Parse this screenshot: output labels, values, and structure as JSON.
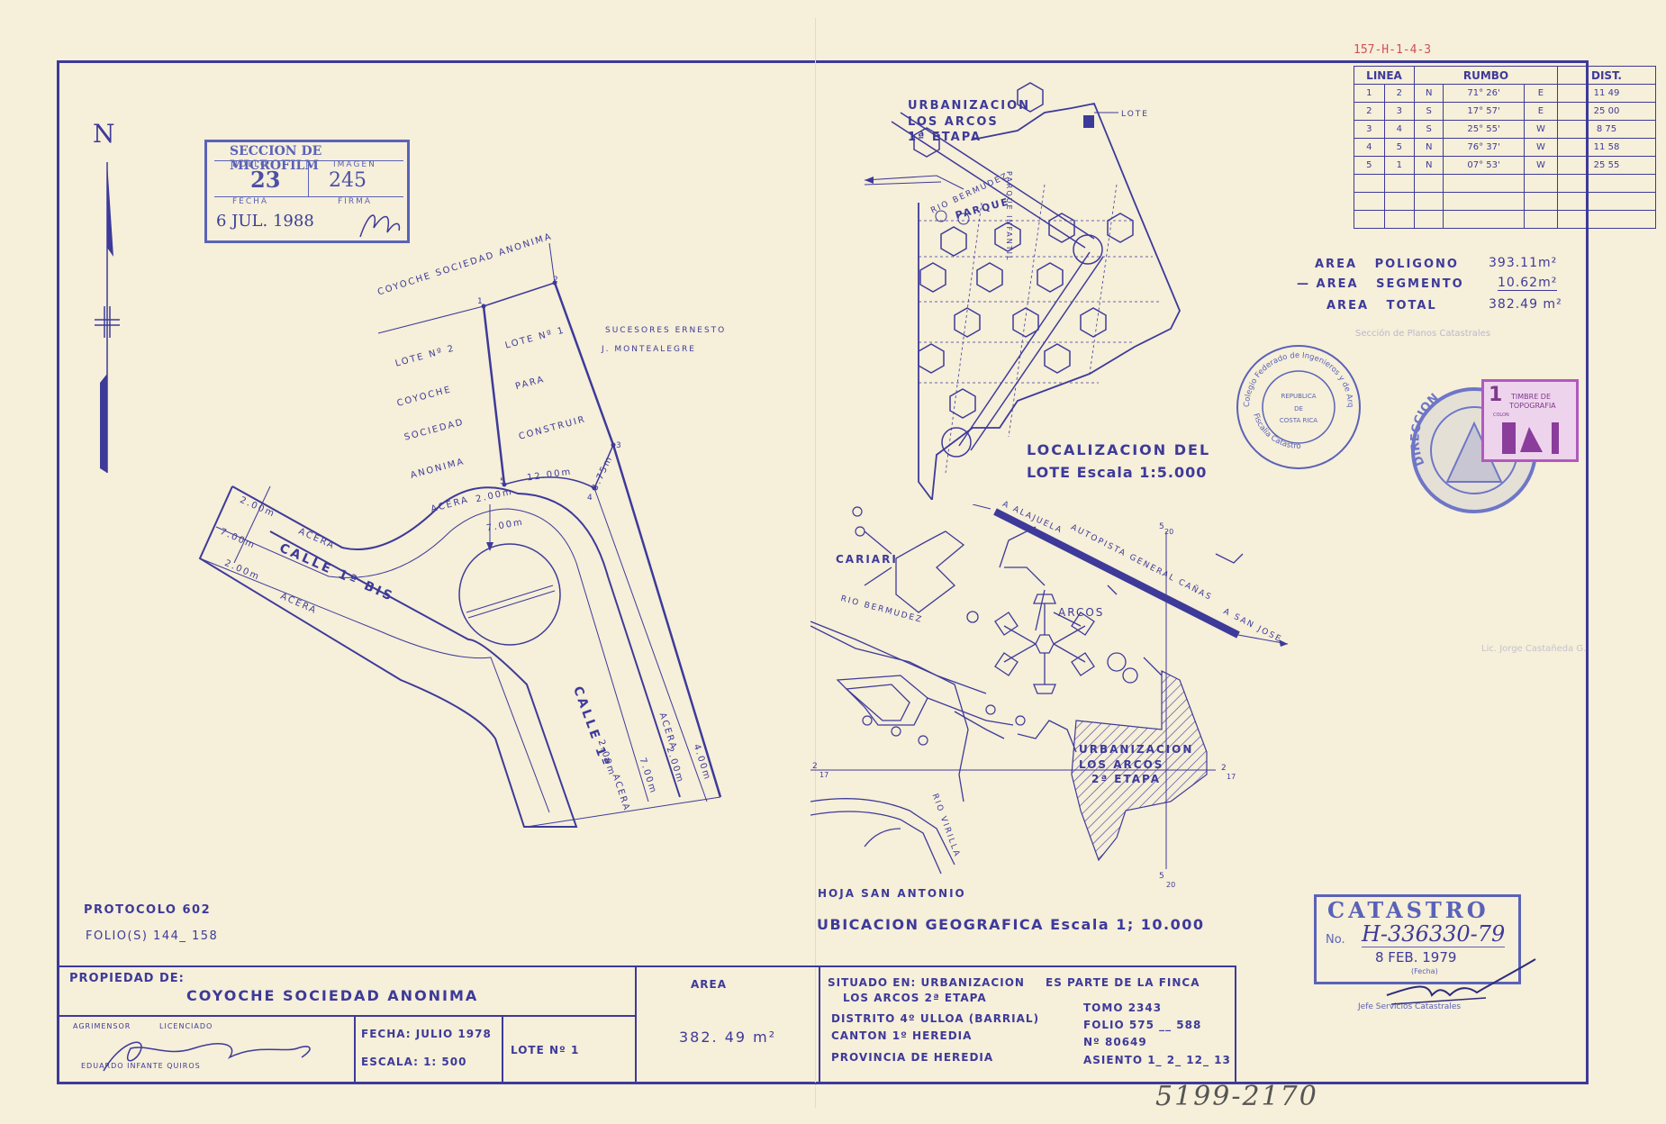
{
  "reference_code": "157-H-1-4-3",
  "north_label": "N",
  "microfilm_stamp": {
    "title": "SECCION DE MICROFILM",
    "rollo_label": "ROLLO",
    "rollo": "23",
    "imagen_label": "IMAGEN",
    "imagen": "245",
    "fecha_label": "FECHA",
    "firma_label": "FIRMA",
    "fecha": "6 JUL. 1988"
  },
  "rumbo_table": {
    "headers": [
      "LINEA",
      "RUMBO",
      "DIST."
    ],
    "rows": [
      [
        "1",
        "2",
        "N",
        "71° 26'",
        "E",
        "11 49"
      ],
      [
        "2",
        "3",
        "S",
        "17° 57'",
        "E",
        "25 00"
      ],
      [
        "3",
        "4",
        "S",
        "25° 55'",
        "W",
        "8 75"
      ],
      [
        "4",
        "5",
        "N",
        "76° 37'",
        "W",
        "11 58"
      ],
      [
        "5",
        "1",
        "N",
        "07° 53'",
        "W",
        "25 55"
      ],
      [
        "",
        "",
        "",
        "",
        "",
        ""
      ],
      [
        "",
        "",
        "",
        "",
        "",
        ""
      ],
      [
        "",
        "",
        "",
        "",
        "",
        ""
      ]
    ]
  },
  "areas": {
    "poligono_label": "AREA   POLIGONO",
    "poligono_value": "393.11m²",
    "segmento_label": "— AREA   SEGMENTO",
    "segmento_value": "10.62m²",
    "total_label": "AREA   TOTAL",
    "total_value": "382.49 m²"
  },
  "lot_plan": {
    "coyoche_top": "COYOCHE SOCIEDAD ANONIMA",
    "lote2": [
      "LOTE Nº 2",
      "COYOCHE",
      "SOCIEDAD",
      "ANONIMA"
    ],
    "lote1": [
      "LOTE Nº 1",
      "PARA",
      "CONSTRUIR"
    ],
    "sucesores": [
      "SUCESORES ERNESTO",
      "J. MONTEALEGRE"
    ],
    "calle_bis": "CALLE 1ª BIS",
    "calle": "CALLE 1ª",
    "acera": "ACERA",
    "dim_200": "2.00m",
    "dim_700": "7.00m",
    "dim_400": "4.00m",
    "dim_1200": "12.00m",
    "dim_875": "8.75m",
    "p1": "1",
    "p2": "2",
    "p3": "3",
    "p4": "4",
    "p5": "5"
  },
  "localizacion": {
    "urbanizacion_1": [
      "URBANIZACION",
      "LOS ARCOS",
      "1ª ETAPA"
    ],
    "lote": "LOTE",
    "rio_bermudez": "RIO BERMUDEZ",
    "parque": "PARQUE",
    "parque_infantil": "PARQUE INFANTIL",
    "title": [
      "LOCALIZACION DEL",
      "LOTE Escala 1:5.000"
    ]
  },
  "ubicacion": {
    "cariari": "CARIARI",
    "alajuela": "A ALAJUELA",
    "autopista": "AUTOPISTA  GENERAL CAÑAS",
    "san_jose": "A SAN JOSE",
    "rio_bermudez": "RIO BERMUDEZ",
    "arcos": "ARCOS",
    "urbanizacion_2": [
      "URBANIZACION",
      "LOS ARCOS",
      "2ª ETAPA"
    ],
    "rio_virilla": "RIO VIRILLA",
    "hoja": "HOJA SAN ANTONIO",
    "title": "UBICACION GEOGRAFICA Escala 1; 10.000",
    "grid_5_20": "5",
    "grid_20": "20",
    "grid_2": "2",
    "grid_17": "17"
  },
  "colegio_stamp": {
    "outer": "Colegio Federado de Ingenieros y de Arquitectos",
    "inner": [
      "REPUBLICA",
      "DE",
      "COSTA RICA"
    ],
    "bottom": "Fiscalia Catastro"
  },
  "timbre": {
    "number": "1",
    "text": [
      "TIMBRE DE",
      "TOPOGRAFIA"
    ],
    "colon": "COLON"
  },
  "direccion_stamp": "DIRECCION",
  "faint_text": [
    "Sección de Planos Catastrales",
    "Lic. Jorge Castañeda G."
  ],
  "protocolo": {
    "protocolo": "PROTOCOLO  602",
    "folio": "FOLIO(S)  144_ 158"
  },
  "catastro_stamp": {
    "title": "CATASTRO",
    "no_label": "No.",
    "no_value": "H-336330-79",
    "date": "8 FEB. 1979",
    "fecha_label": "(Fecha)",
    "jefe": "Jefe Servicios Catastrales"
  },
  "title_block": {
    "propiedad_label": "PROPIEDAD DE:",
    "propiedad_value": "COYOCHE  SOCIEDAD  ANONIMA",
    "agrimensor_label": "AGRIMENSOR",
    "licenciado_label": "LICENCIADO",
    "agrimensor_name": "EDUARDO   INFANTE   QUIROS",
    "fecha": "FECHA: JULIO 1978",
    "escala": "ESCALA: 1: 500",
    "lote": "LOTE Nº  1",
    "area_label": "AREA",
    "area_value": "382. 49  m²",
    "situado": [
      "SITUADO EN: URBANIZACION",
      "LOS ARCOS 2ª ETAPA"
    ],
    "distrito": "DISTRITO 4º ULLOA (BARRIAL)",
    "canton": "CANTON   1º HEREDIA",
    "provincia": "PROVINCIA DE HEREDIA",
    "finca_label": "ES PARTE DE LA FINCA",
    "tomo": "TOMO  2343",
    "folio": "FOLIO  575 __ 588",
    "numero": "Nº     80649",
    "asiento": "ASIENTO  1_ 2_ 12_ 13"
  },
  "bottom_handwriting": "5199-2170"
}
